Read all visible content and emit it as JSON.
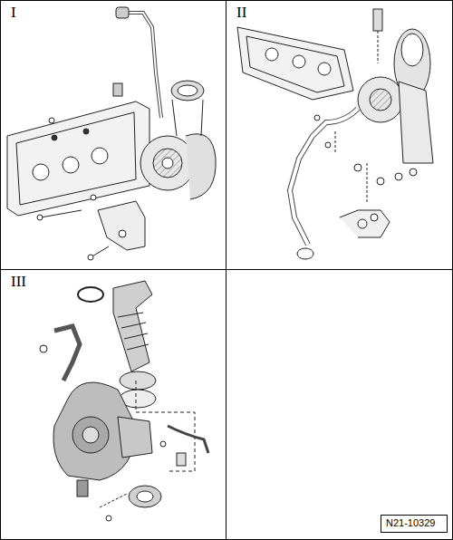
{
  "diagram": {
    "nodes": [
      {
        "text": [
          "I"
        ]
      },
      {
        "text": [
          "II"
        ]
      },
      {
        "text": [
          "III"
        ]
      },
      {
        "text": [
          "N21-10329"
        ]
      }
    ]
  }
}
